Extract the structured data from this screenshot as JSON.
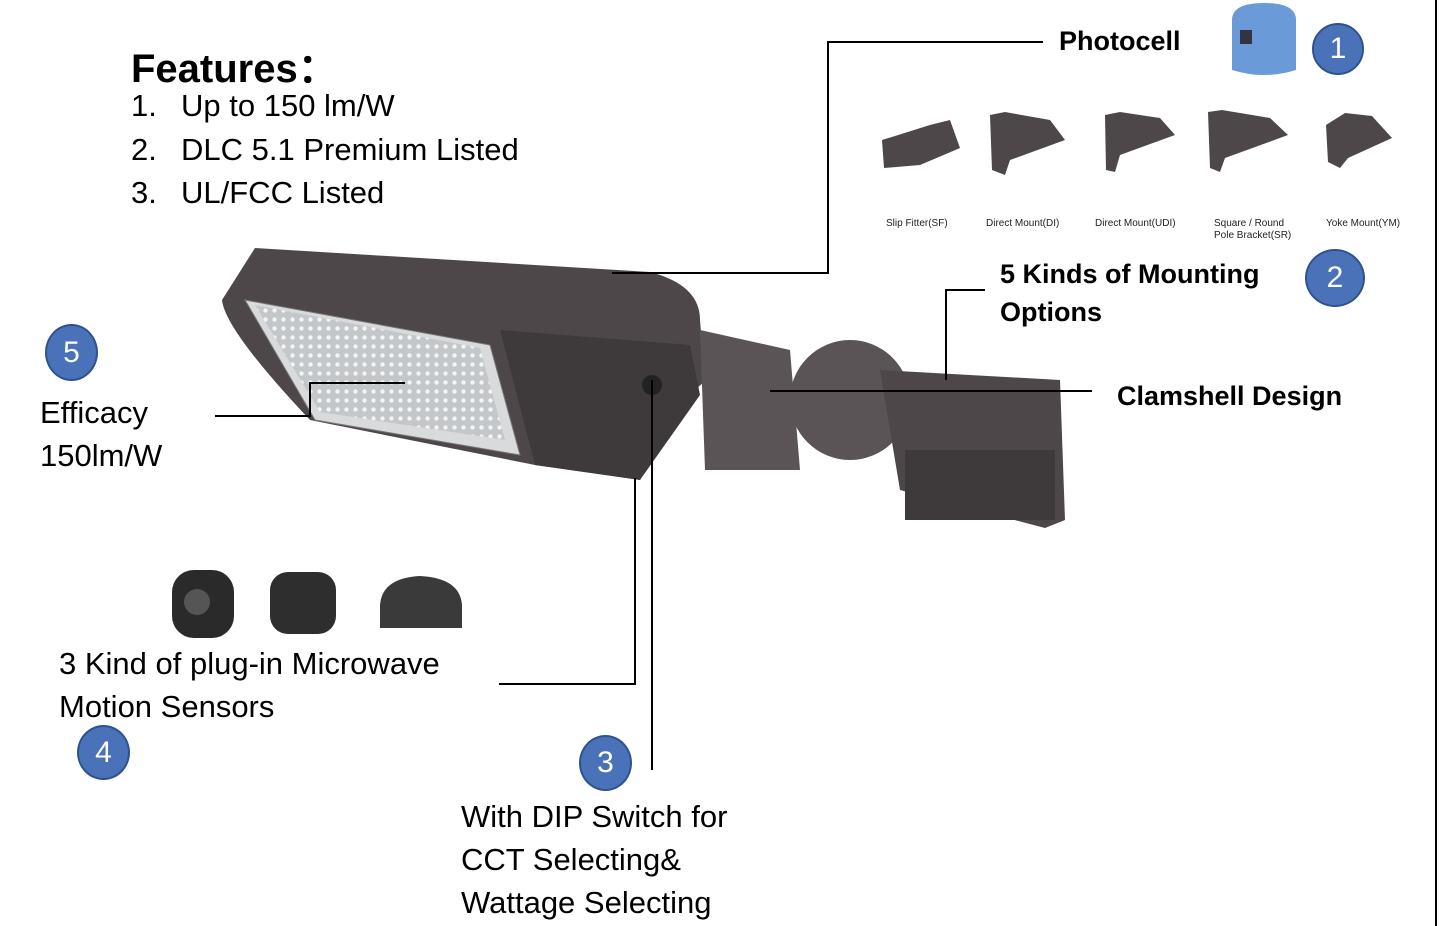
{
  "features": {
    "title": "Features：",
    "items": [
      {
        "num": "1.",
        "text": "Up to 150 lm/W"
      },
      {
        "num": "2.",
        "text": "DLC 5.1 Premium Listed"
      },
      {
        "num": "3.",
        "text": "UL/FCC Listed"
      }
    ]
  },
  "callouts": {
    "photocell": {
      "label": "Photocell",
      "badge": "1"
    },
    "mounting": {
      "line1": "5 Kinds of Mounting",
      "line2": "Options",
      "badge": "2"
    },
    "clamshell": {
      "label": "Clamshell Design"
    },
    "dip": {
      "line1": "With DIP Switch for",
      "line2": "CCT Selecting&",
      "line3": "Wattage Selecting",
      "badge": "3"
    },
    "sensors": {
      "line1": "3 Kind of plug-in Microwave",
      "line2": "Motion Sensors",
      "badge": "4"
    },
    "efficacy": {
      "line1": "Efficacy",
      "line2": "150lm/W",
      "badge": "5"
    }
  },
  "mounts": [
    {
      "label": "Slip Fitter(SF)"
    },
    {
      "label": "Direct Mount(DI)"
    },
    {
      "label": "Direct Mount(UDI)"
    },
    {
      "label": "Square / Round",
      "label2": "Pole Bracket(SR)"
    },
    {
      "label": "Yoke Mount(YM)"
    }
  ],
  "colors": {
    "badge": "#4a72b8",
    "housing": "#4a4446"
  }
}
